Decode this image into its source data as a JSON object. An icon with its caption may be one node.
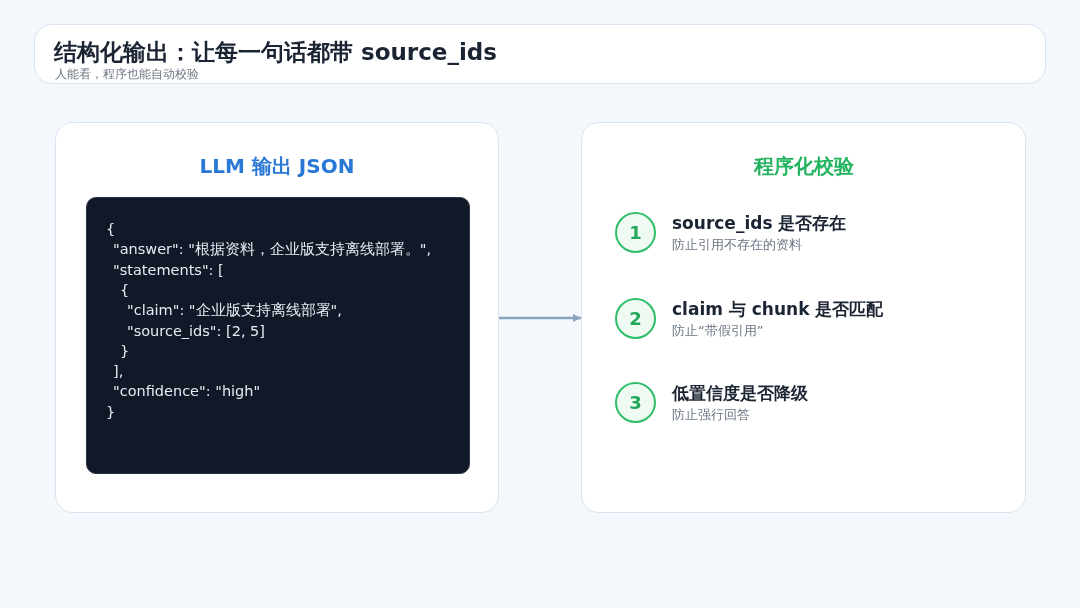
{
  "diagram": {
    "nodes": [
      {
        "text": [
          "结构化输出：让每一句话都带 source_ids",
          "人能看，程序也能自动校验"
        ]
      },
      {
        "text": [
          "LLM 输出 JSON"
        ]
      },
      {
        "text": [
          "{",
          "\"answer\": \"根据资料，企业版支持离线部署。\",",
          "\"statements\": [",
          "{",
          "\"claim\": \"企业版支持离线部署\",",
          "\"source_ids\": [2, 5]",
          "}",
          "],",
          "\"confidence\": \"high\"",
          "}"
        ],
        "in": 1
      },
      {
        "text": [
          "程序化校验"
        ]
      },
      {
        "text": [
          "1"
        ],
        "in": 3,
        "beside": [
          "source_ids 是否存在",
          "防止引用不存在的资料"
        ]
      },
      {
        "text": [
          "2"
        ],
        "in": 3,
        "beside": [
          "claim 与 chunk 是否匹配",
          "防止“带假引用”"
        ]
      },
      {
        "text": [
          "3"
        ],
        "in": 3,
        "beside": [
          "低置信度是否降级",
          "防止强行回答"
        ]
      }
    ],
    "edges": [
      {
        "from": 1,
        "to": 3,
        "arrow": "to"
      }
    ]
  }
}
